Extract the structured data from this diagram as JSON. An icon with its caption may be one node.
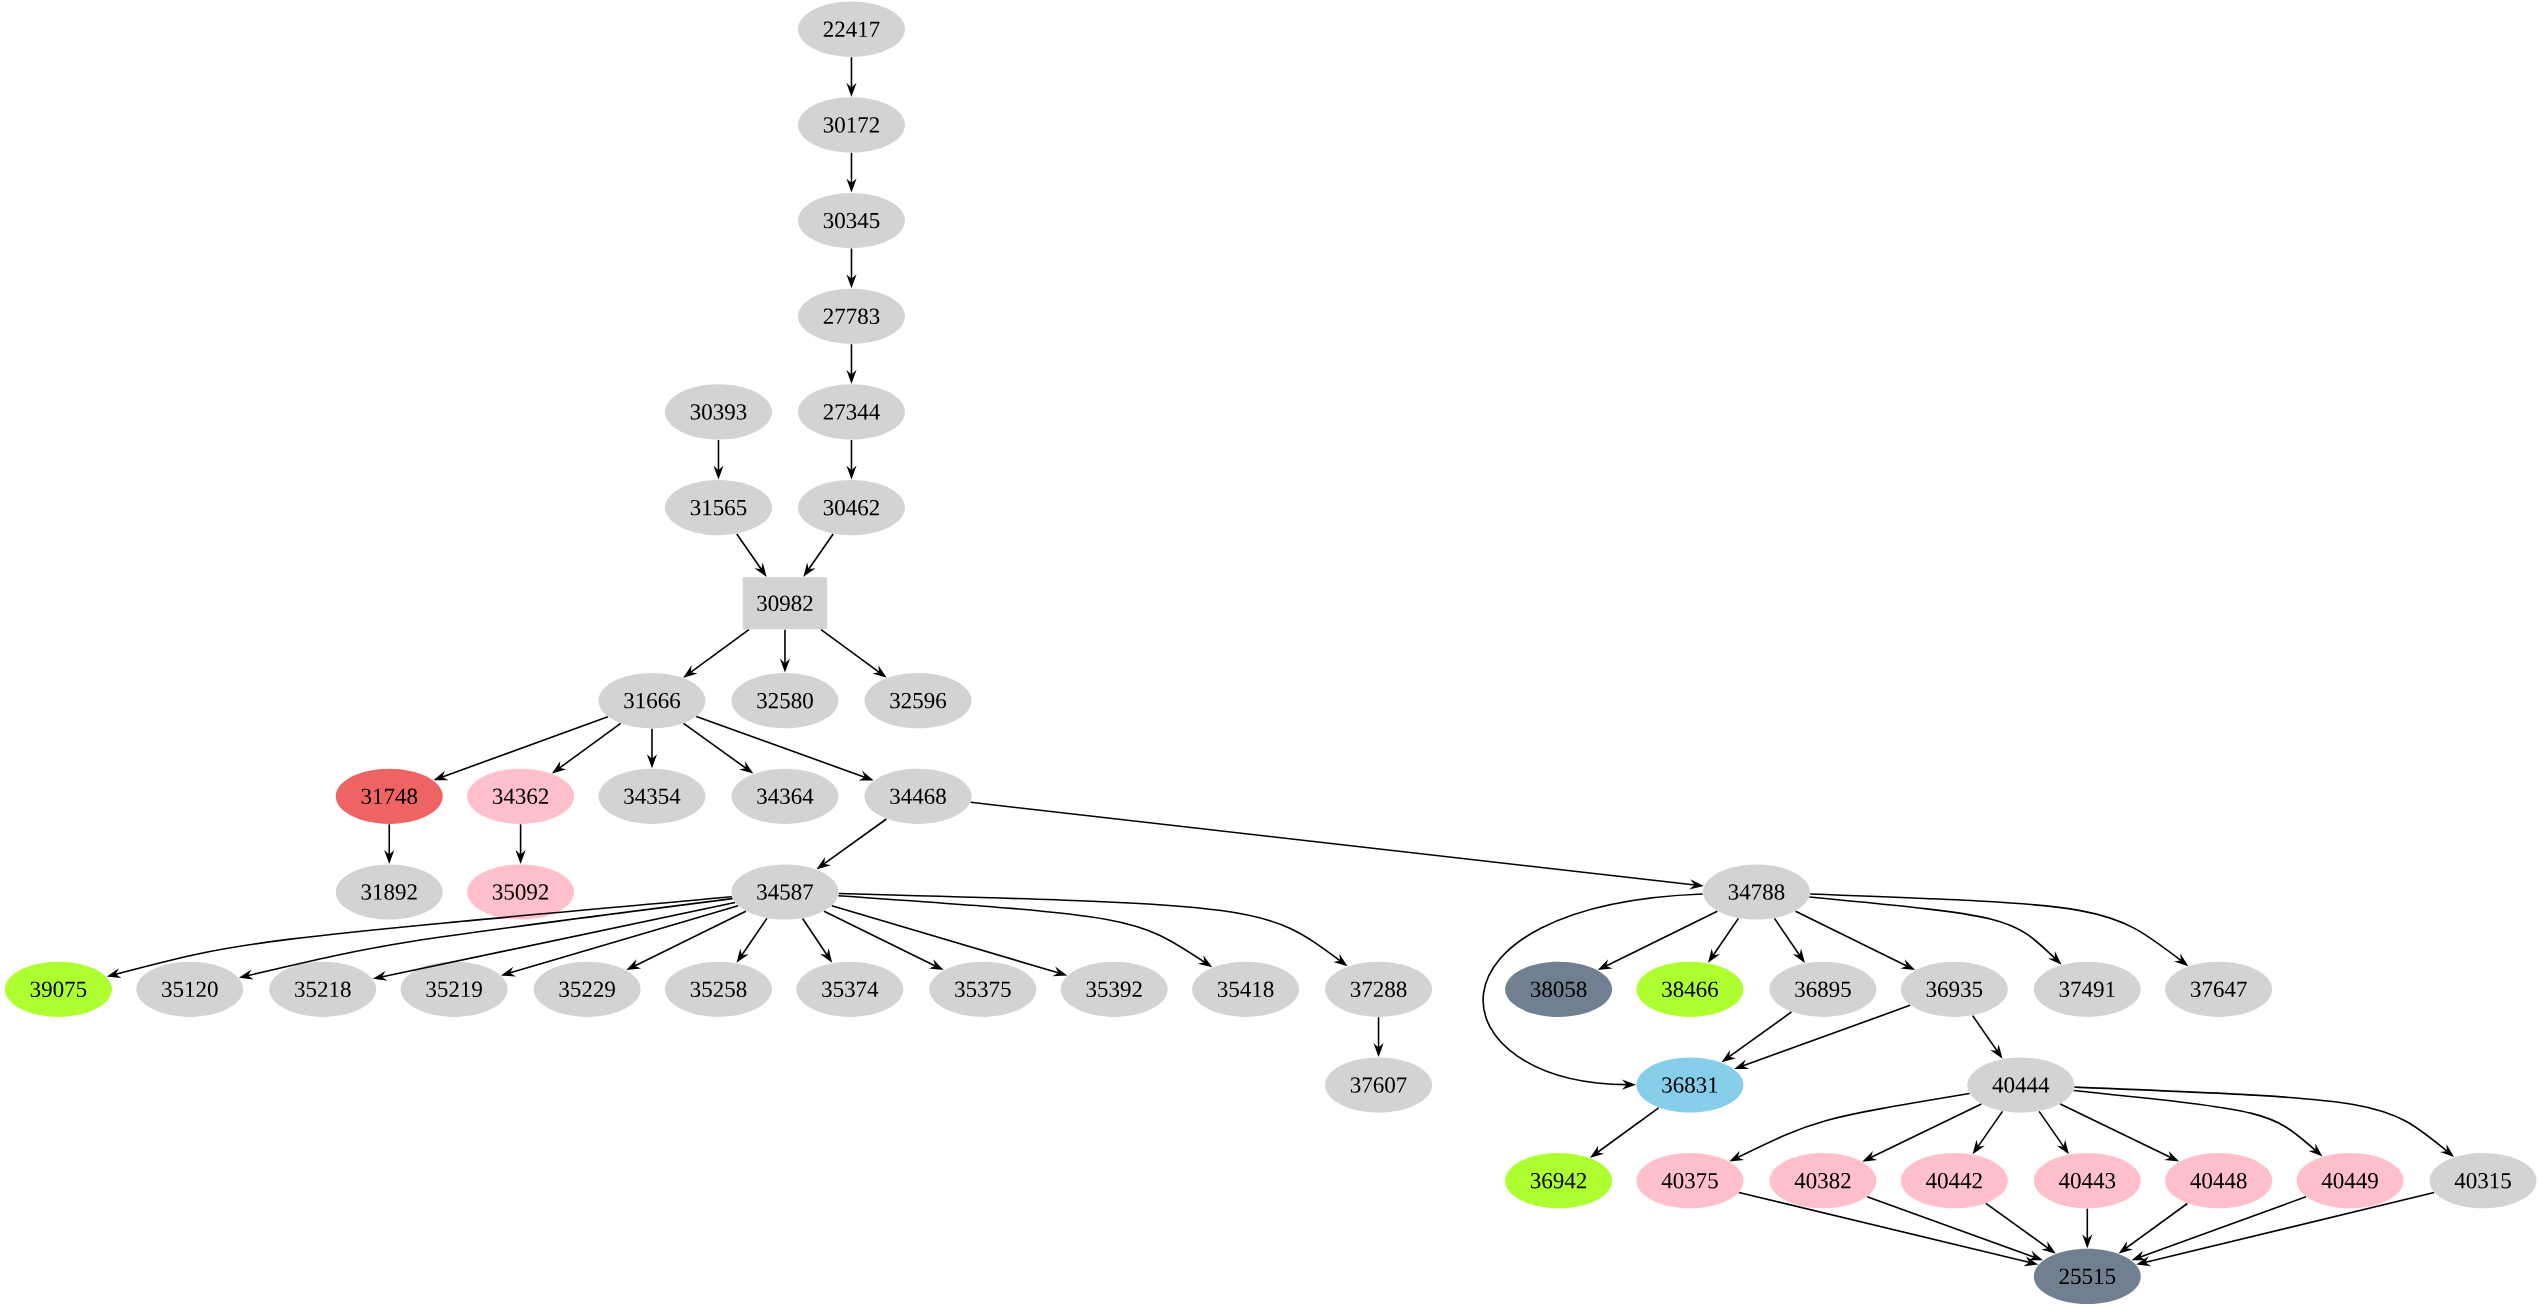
{
  "diagram": {
    "nodes": [
      {
        "text": [
          "22417"
        ]
      },
      {
        "text": [
          "30172"
        ]
      },
      {
        "text": [
          "30345"
        ]
      },
      {
        "text": [
          "27783"
        ]
      },
      {
        "text": [
          "30393"
        ]
      },
      {
        "text": [
          "27344"
        ]
      },
      {
        "text": [
          "31565"
        ]
      },
      {
        "text": [
          "30462"
        ]
      },
      {
        "text": [
          "30982"
        ]
      },
      {
        "text": [
          "31666"
        ]
      },
      {
        "text": [
          "32580"
        ]
      },
      {
        "text": [
          "32596"
        ]
      },
      {
        "text": [
          "31748"
        ]
      },
      {
        "text": [
          "34362"
        ]
      },
      {
        "text": [
          "34354"
        ]
      },
      {
        "text": [
          "34364"
        ]
      },
      {
        "text": [
          "34468"
        ]
      },
      {
        "text": [
          "31892"
        ]
      },
      {
        "text": [
          "35092"
        ]
      },
      {
        "text": [
          "34587"
        ]
      },
      {
        "text": [
          "34788"
        ]
      },
      {
        "text": [
          "39075"
        ]
      },
      {
        "text": [
          "35120"
        ]
      },
      {
        "text": [
          "35218"
        ]
      },
      {
        "text": [
          "35219"
        ]
      },
      {
        "text": [
          "35229"
        ]
      },
      {
        "text": [
          "35258"
        ]
      },
      {
        "text": [
          "35374"
        ]
      },
      {
        "text": [
          "35375"
        ]
      },
      {
        "text": [
          "35392"
        ]
      },
      {
        "text": [
          "35418"
        ]
      },
      {
        "text": [
          "37288"
        ]
      },
      {
        "text": [
          "38058"
        ]
      },
      {
        "text": [
          "38466"
        ]
      },
      {
        "text": [
          "36895"
        ]
      },
      {
        "text": [
          "36935"
        ]
      },
      {
        "text": [
          "37491"
        ]
      },
      {
        "text": [
          "37647"
        ]
      },
      {
        "text": [
          "37607"
        ]
      },
      {
        "text": [
          "36831"
        ]
      },
      {
        "text": [
          "40444"
        ]
      },
      {
        "text": [
          "36942"
        ]
      },
      {
        "text": [
          "40375"
        ]
      },
      {
        "text": [
          "40382"
        ]
      },
      {
        "text": [
          "40442"
        ]
      },
      {
        "text": [
          "40443"
        ]
      },
      {
        "text": [
          "40448"
        ]
      },
      {
        "text": [
          "40449"
        ]
      },
      {
        "text": [
          "40315"
        ]
      },
      {
        "text": [
          "25515"
        ]
      }
    ],
    "edges": [
      {
        "from": 0,
        "to": 1,
        "arrow": "to"
      },
      {
        "from": 1,
        "to": 2,
        "arrow": "to"
      },
      {
        "from": 2,
        "to": 3,
        "arrow": "to"
      },
      {
        "from": 3,
        "to": 5,
        "arrow": "to"
      },
      {
        "from": 5,
        "to": 7,
        "arrow": "to"
      },
      {
        "from": 4,
        "to": 6,
        "arrow": "to"
      },
      {
        "from": 6,
        "to": 8,
        "arrow": "to"
      },
      {
        "from": 7,
        "to": 8,
        "arrow": "to"
      },
      {
        "from": 8,
        "to": 9,
        "arrow": "to"
      },
      {
        "from": 8,
        "to": 10,
        "arrow": "to"
      },
      {
        "from": 8,
        "to": 11,
        "arrow": "to"
      },
      {
        "from": 9,
        "to": 12,
        "arrow": "to"
      },
      {
        "from": 9,
        "to": 13,
        "arrow": "to"
      },
      {
        "from": 9,
        "to": 14,
        "arrow": "to"
      },
      {
        "from": 9,
        "to": 15,
        "arrow": "to"
      },
      {
        "from": 9,
        "to": 16,
        "arrow": "to"
      },
      {
        "from": 12,
        "to": 17,
        "arrow": "to"
      },
      {
        "from": 13,
        "to": 18,
        "arrow": "to"
      },
      {
        "from": 16,
        "to": 19,
        "arrow": "to"
      },
      {
        "from": 16,
        "to": 20,
        "arrow": "to"
      },
      {
        "from": 19,
        "to": 21,
        "arrow": "to"
      },
      {
        "from": 19,
        "to": 22,
        "arrow": "to"
      },
      {
        "from": 19,
        "to": 23,
        "arrow": "to"
      },
      {
        "from": 19,
        "to": 24,
        "arrow": "to"
      },
      {
        "from": 19,
        "to": 25,
        "arrow": "to"
      },
      {
        "from": 19,
        "to": 26,
        "arrow": "to"
      },
      {
        "from": 19,
        "to": 27,
        "arrow": "to"
      },
      {
        "from": 19,
        "to": 28,
        "arrow": "to"
      },
      {
        "from": 19,
        "to": 29,
        "arrow": "to"
      },
      {
        "from": 19,
        "to": 30,
        "arrow": "to"
      },
      {
        "from": 19,
        "to": 31,
        "arrow": "to"
      },
      {
        "from": 31,
        "to": 38,
        "arrow": "to"
      },
      {
        "from": 20,
        "to": 39,
        "arrow": "to"
      },
      {
        "from": 20,
        "to": 32,
        "arrow": "to"
      },
      {
        "from": 20,
        "to": 33,
        "arrow": "to"
      },
      {
        "from": 20,
        "to": 34,
        "arrow": "to"
      },
      {
        "from": 20,
        "to": 35,
        "arrow": "to"
      },
      {
        "from": 20,
        "to": 36,
        "arrow": "to"
      },
      {
        "from": 20,
        "to": 37,
        "arrow": "to"
      },
      {
        "from": 34,
        "to": 39,
        "arrow": "to"
      },
      {
        "from": 35,
        "to": 39,
        "arrow": "to"
      },
      {
        "from": 35,
        "to": 40,
        "arrow": "to"
      },
      {
        "from": 39,
        "to": 41,
        "arrow": "to"
      },
      {
        "from": 40,
        "to": 42,
        "arrow": "to"
      },
      {
        "from": 40,
        "to": 43,
        "arrow": "to"
      },
      {
        "from": 40,
        "to": 44,
        "arrow": "to"
      },
      {
        "from": 40,
        "to": 45,
        "arrow": "to"
      },
      {
        "from": 40,
        "to": 46,
        "arrow": "to"
      },
      {
        "from": 40,
        "to": 47,
        "arrow": "to"
      },
      {
        "from": 40,
        "to": 48,
        "arrow": "to"
      },
      {
        "from": 42,
        "to": 49,
        "arrow": "to"
      },
      {
        "from": 43,
        "to": 49,
        "arrow": "to"
      },
      {
        "from": 44,
        "to": 49,
        "arrow": "to"
      },
      {
        "from": 45,
        "to": 49,
        "arrow": "to"
      },
      {
        "from": 46,
        "to": 49,
        "arrow": "to"
      },
      {
        "from": 47,
        "to": 49,
        "arrow": "to"
      },
      {
        "from": 48,
        "to": 49,
        "arrow": "to"
      }
    ]
  }
}
